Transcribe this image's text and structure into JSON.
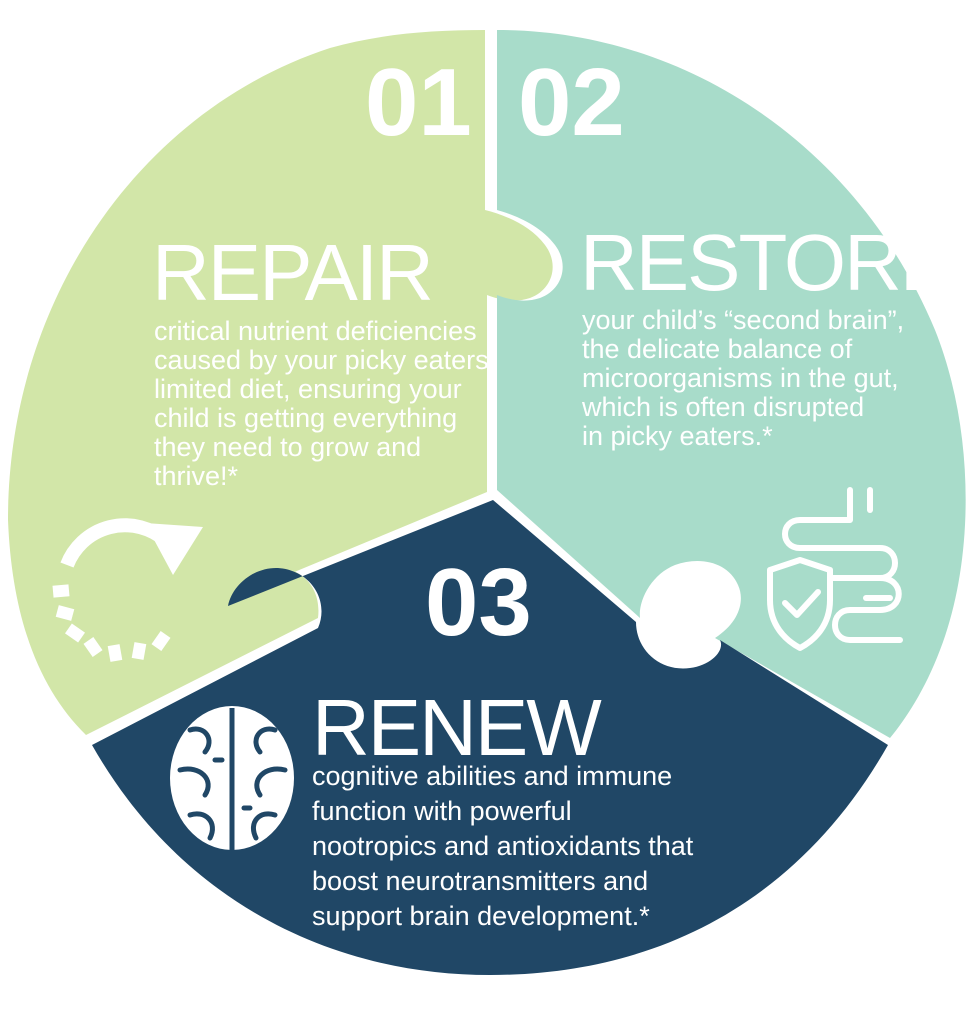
{
  "colors": {
    "repair": "#d2e6a8",
    "restore": "#a8dcca",
    "renew": "#204766",
    "text": "#ffffff"
  },
  "segments": {
    "repair": {
      "number": "01",
      "title": "REPAIR",
      "lines": [
        "critical nutrient deficiencies",
        "caused by your picky eaters’",
        "limited diet, ensuring your",
        "child is getting everything",
        "they need to grow and",
        "thrive!*"
      ],
      "icon": "renew-cycle-arrow-icon"
    },
    "restore": {
      "number": "02",
      "title": "RESTORE",
      "lines": [
        "your child’s “second brain”,",
        "the delicate balance of",
        "microorganisms in the gut,",
        "which is often disrupted",
        "in picky eaters.*"
      ],
      "icon": "gut-shield-check-icon"
    },
    "renew": {
      "number": "03",
      "title": "RENEW",
      "lines": [
        "cognitive abilities and immune",
        "function with powerful",
        "nootropics and antioxidants that",
        "boost neurotransmitters and",
        "support brain development.*"
      ],
      "icon": "brain-icon"
    }
  }
}
